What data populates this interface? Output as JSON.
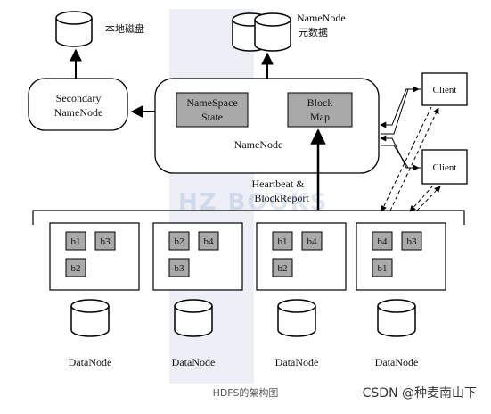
{
  "local_disk_label": "本地磁盘",
  "namenode_metadata_label_line1": "NameNode",
  "namenode_metadata_label_line2": "元数据",
  "secondary_namenode_line1": "Secondary",
  "secondary_namenode_line2": "NameNode",
  "namespace_state_line1": "NameSpace",
  "namespace_state_line2": "State",
  "block_map_line1": "Block",
  "block_map_line2": "Map",
  "namenode_label": "NameNode",
  "heartbeat_line1": "Heartbeat &",
  "heartbeat_line2": "BlockReport",
  "client_top_label": "Client",
  "client_bottom_label": "Client",
  "watermark_text": "HZ BOOKS",
  "datanodes": [
    {
      "label": "DataNode",
      "blocks": [
        "b1",
        "b3",
        "b2"
      ]
    },
    {
      "label": "DataNode",
      "blocks": [
        "b2",
        "b4",
        "b3"
      ]
    },
    {
      "label": "DataNode",
      "blocks": [
        "b1",
        "b4",
        "b2"
      ]
    },
    {
      "label": "DataNode",
      "blocks": [
        "b4",
        "b3",
        "b1"
      ]
    }
  ],
  "caption": "HDFS的架构图",
  "credit": "CSDN @种麦南山下",
  "colors": {
    "block_fill": "#a9a9a9",
    "stroke": "#000000",
    "background": "#ffffff"
  }
}
